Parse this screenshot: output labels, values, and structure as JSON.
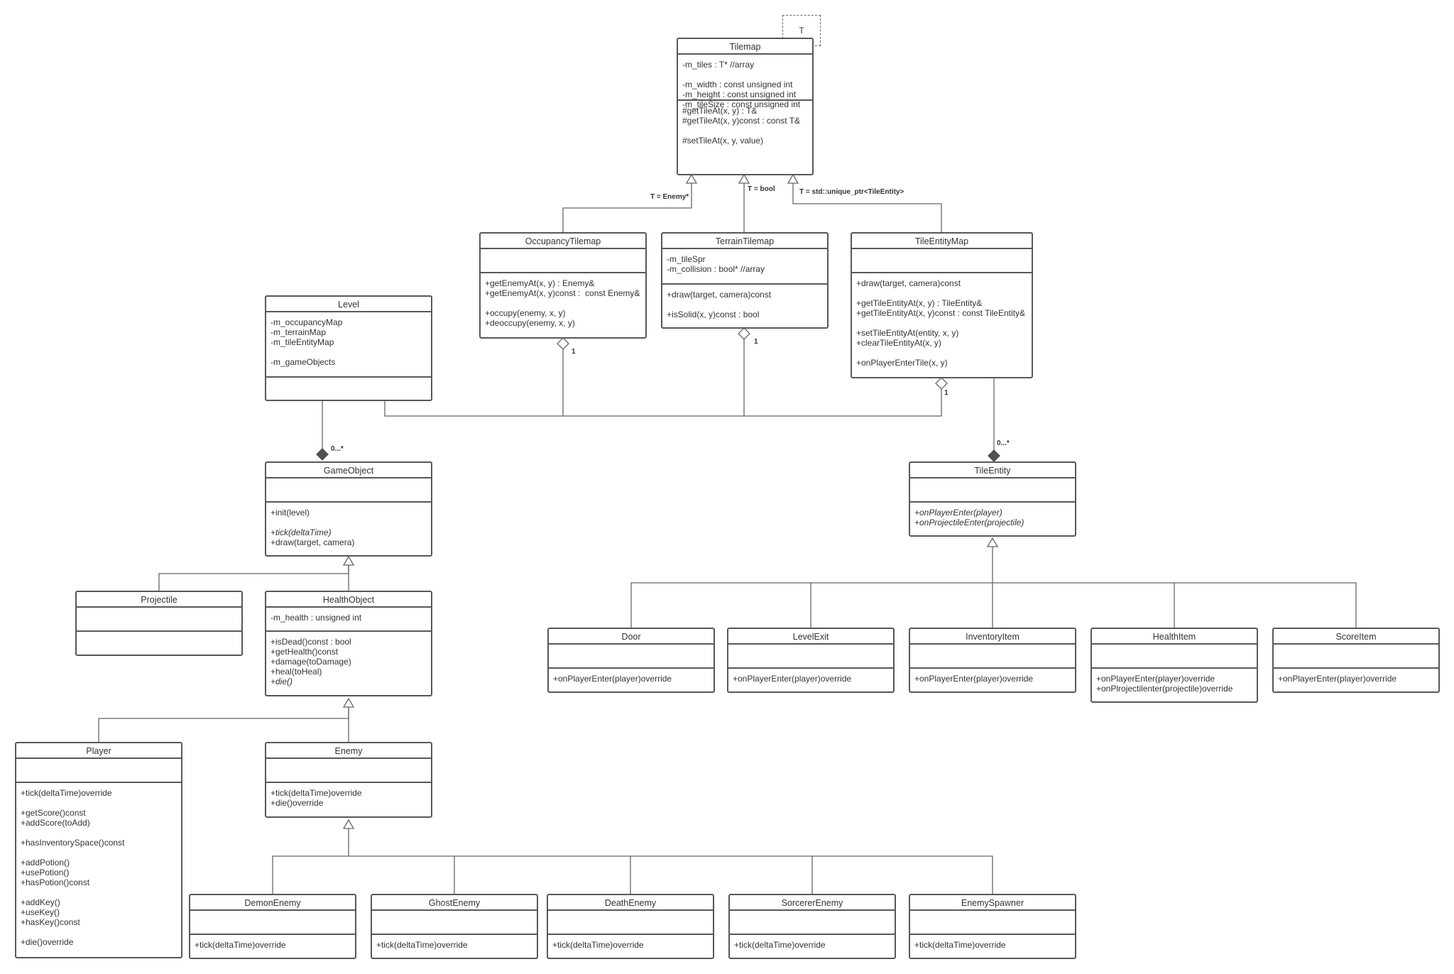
{
  "diagram": {
    "template_param": "T",
    "classes": {
      "tilemap": {
        "name": "Tilemap",
        "sections": [
          [
            [
              "-m_tiles : T* //array",
              "",
              "-m_width : const unsigned int",
              "-m_height : const unsigned int",
              "-m_tileSize : const unsigned int"
            ]
          ],
          [
            [
              "#getTileAt(x, y) : T&",
              "#getTileAt(x, y)const : const T&",
              "",
              "#setTileAt(x, y, value)"
            ]
          ]
        ]
      },
      "occupancy": {
        "name": "OccupancyTilemap",
        "sections": [
          [
            []
          ],
          [
            [
              "+getEnemyAt(x, y) : Enemy&",
              "+getEnemyAt(x, y)const :  const Enemy&",
              "",
              "+occupy(enemy, x, y)",
              "+deoccupy(enemy, x, y)"
            ]
          ]
        ]
      },
      "terrain": {
        "name": "TerrainTilemap",
        "sections": [
          [
            [
              "-m_tileSpr",
              "-m_collision : bool* //array"
            ]
          ],
          [
            [
              "+draw(target, camera)const",
              "",
              "+isSolid(x, y)const : bool"
            ]
          ]
        ]
      },
      "tileentitymap": {
        "name": "TileEntityMap",
        "sections": [
          [
            []
          ],
          [
            [
              "+draw(target, camera)const",
              "",
              "+getTileEntityAt(x, y) : TileEntity&",
              "+getTileEntityAt(x, y)const : const TileEntity&",
              "",
              "+setTileEntityAt(entity, x, y)",
              "+clearTileEntityAt(x, y)",
              "",
              "+onPlayerEnterTile(x, y)"
            ]
          ]
        ]
      },
      "level": {
        "name": "Level",
        "sections": [
          [
            [
              "-m_occupancyMap",
              "-m_terrainMap",
              "-m_tileEntityMap",
              "",
              "-m_gameObjects"
            ]
          ],
          [
            []
          ]
        ]
      },
      "gameobject": {
        "name": "GameObject",
        "sections": [
          [
            []
          ],
          [
            [
              "+init(level)",
              ""
            ],
            [
              "+tick(deltaTime)"
            ],
            [
              "+draw(target, camera)"
            ]
          ]
        ]
      },
      "projectile": {
        "name": "Projectile",
        "sections": [
          [
            []
          ],
          [
            []
          ]
        ]
      },
      "healthobject": {
        "name": "HealthObject",
        "sections": [
          [
            [
              "-m_health : unsigned int"
            ]
          ],
          [
            [
              "+isDead()const : bool",
              "+getHealth()const",
              "+damage(toDamage)",
              "+heal(toHeal)"
            ],
            [
              "+die()"
            ]
          ]
        ]
      },
      "player": {
        "name": "Player",
        "sections": [
          [
            []
          ],
          [
            [
              "+tick(deltaTime)override",
              "",
              "+getScore()const",
              "+addScore(toAdd)",
              "",
              "+hasInventorySpace()const",
              "",
              "+addPotion()",
              "+usePotion()",
              "+hasPotion()const",
              "",
              "+addKey()",
              "+useKey()",
              "+hasKey()const",
              "",
              "+die()override"
            ]
          ]
        ]
      },
      "enemy": {
        "name": "Enemy",
        "sections": [
          [
            []
          ],
          [
            [
              "+tick(deltaTime)override",
              "+die()override"
            ]
          ]
        ]
      },
      "demon": {
        "name": "DemonEnemy",
        "sections": [
          [
            []
          ],
          [
            [
              "+tick(deltaTime)override"
            ]
          ]
        ]
      },
      "ghost": {
        "name": "GhostEnemy",
        "sections": [
          [
            []
          ],
          [
            [
              "+tick(deltaTime)override"
            ]
          ]
        ]
      },
      "death": {
        "name": "DeathEnemy",
        "sections": [
          [
            []
          ],
          [
            [
              "+tick(deltaTime)override"
            ]
          ]
        ]
      },
      "sorcerer": {
        "name": "SorcererEnemy",
        "sections": [
          [
            []
          ],
          [
            [
              "+tick(deltaTime)override"
            ]
          ]
        ]
      },
      "spawner": {
        "name": "EnemySpawner",
        "sections": [
          [
            []
          ],
          [
            [
              "+tick(deltaTime)override"
            ]
          ]
        ]
      },
      "tileentity": {
        "name": "TileEntity",
        "sections": [
          [
            []
          ],
          [
            [],
            [
              "+onPlayerEnter(player)",
              "+onProjectileEnter(projectile)"
            ]
          ]
        ]
      },
      "door": {
        "name": "Door",
        "sections": [
          [
            []
          ],
          [
            [
              "+onPlayerEnter(player)override"
            ]
          ]
        ]
      },
      "levelexit": {
        "name": "LevelExit",
        "sections": [
          [
            []
          ],
          [
            [
              "+onPlayerEnter(player)override"
            ]
          ]
        ]
      },
      "inventoryitem": {
        "name": "InventoryItem",
        "sections": [
          [
            []
          ],
          [
            [
              "+onPlayerEnter(player)override"
            ]
          ]
        ]
      },
      "healthitem": {
        "name": "HealthItem",
        "sections": [
          [
            []
          ],
          [
            [
              "+onPlayerEnter(player)override",
              "+onPlrojectilenter(projectile)override"
            ]
          ]
        ]
      },
      "scoreitem": {
        "name": "ScoreItem",
        "sections": [
          [
            []
          ],
          [
            [
              "+onPlayerEnter(player)override"
            ]
          ]
        ]
      }
    },
    "labels": {
      "t_enemy": "T = Enemy*",
      "t_bool": "T = bool",
      "t_unique": "T = std::unique_ptr<TileEntity>",
      "mult_occupancy": "1",
      "mult_terrain": "1",
      "mult_tileentitymap": "1",
      "mult_gameobjects": "0...*",
      "mult_tileentities": "0...*"
    },
    "colors": {
      "border": "#585858",
      "line": "#666666",
      "text": "#333333",
      "diamond": "#505050"
    }
  }
}
